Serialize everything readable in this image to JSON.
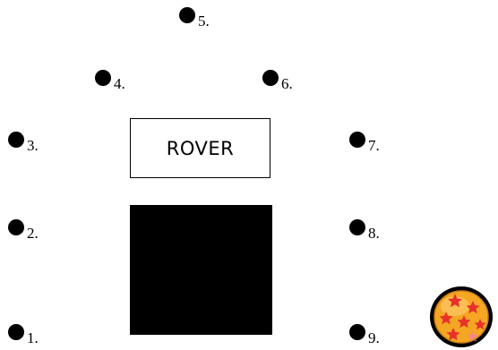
{
  "rover": {
    "label": "ROVER"
  },
  "markers": [
    {
      "id": 1,
      "label": "1."
    },
    {
      "id": 2,
      "label": "2."
    },
    {
      "id": 3,
      "label": "3."
    },
    {
      "id": 4,
      "label": "4."
    },
    {
      "id": 5,
      "label": "5."
    },
    {
      "id": 6,
      "label": "6."
    },
    {
      "id": 7,
      "label": "7."
    },
    {
      "id": 8,
      "label": "8."
    },
    {
      "id": 9,
      "label": "9."
    }
  ],
  "ball": {
    "icon": "dragon-ball-icon",
    "colors": {
      "fill": "#f5a623",
      "rim": "#000000",
      "stars": "#e8312a"
    }
  }
}
